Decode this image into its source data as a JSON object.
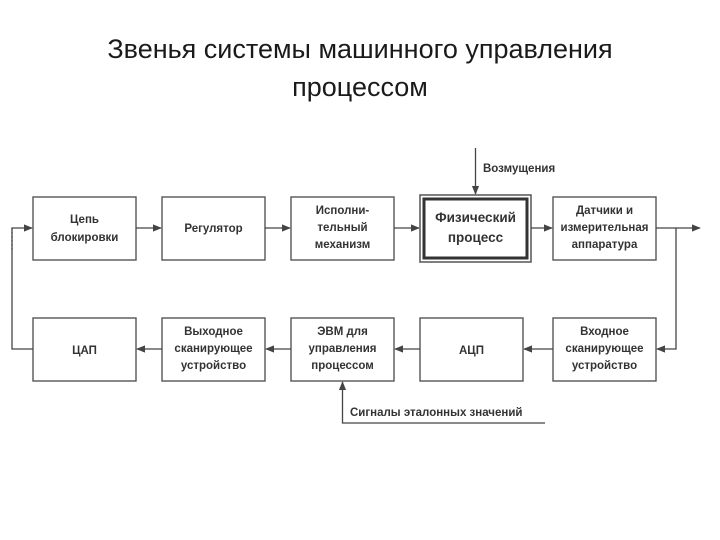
{
  "title": {
    "line1": "Звенья системы машинного управления",
    "line2": "процессом"
  },
  "blocks": {
    "interlock": [
      "Цепь",
      "блокировки"
    ],
    "regulator": [
      "Регулятор"
    ],
    "actuator": [
      "Исполни-",
      "тельный",
      "механизм"
    ],
    "process": [
      "Физический",
      "процесс"
    ],
    "sensors": [
      "Датчики и",
      "измерительная",
      "аппаратура"
    ],
    "dac": [
      "ЦАП"
    ],
    "output_scanner": [
      "Выходное",
      "сканирующее",
      "устройство"
    ],
    "computer": [
      "ЭВМ для",
      "управления",
      "процессом"
    ],
    "adc": [
      "АЦП"
    ],
    "input_scanner": [
      "Входное",
      "сканирующее",
      "устройство"
    ]
  },
  "labels": {
    "disturbances": "Возмущения",
    "reference_signals": "Сигналы эталонных значений"
  }
}
